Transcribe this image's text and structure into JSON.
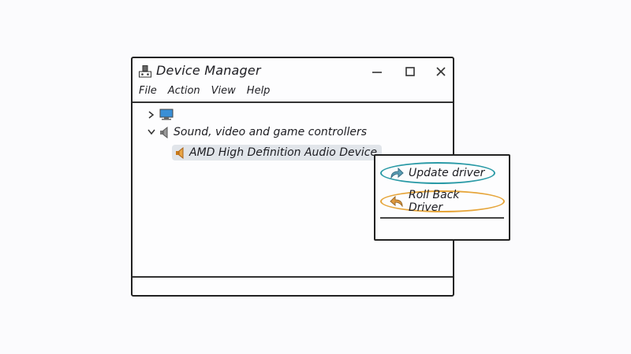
{
  "window": {
    "title": "Device Manager",
    "controls": {
      "minimize": "—",
      "maximize": "☐",
      "close": "✕"
    }
  },
  "menubar": {
    "items": [
      "File",
      "Action",
      "View",
      "Help"
    ]
  },
  "tree": {
    "computer_node": {
      "expander": "collapsed",
      "icon": "monitor-icon",
      "label": ""
    },
    "category": {
      "expander": "expanded",
      "icon": "speaker-icon",
      "label": "Sound, video and game controllers"
    },
    "device": {
      "icon": "speaker-icon",
      "label": "AMD High Definition Audio Device",
      "selected": true
    }
  },
  "context_menu": {
    "items": [
      {
        "label": "Update driver",
        "icon": "update-arrow-icon",
        "highlight_color": "#2a9aa6"
      },
      {
        "label": "Roll Back Driver",
        "icon": "rollback-arrow-icon",
        "highlight_color": "#e6a53a"
      }
    ]
  }
}
